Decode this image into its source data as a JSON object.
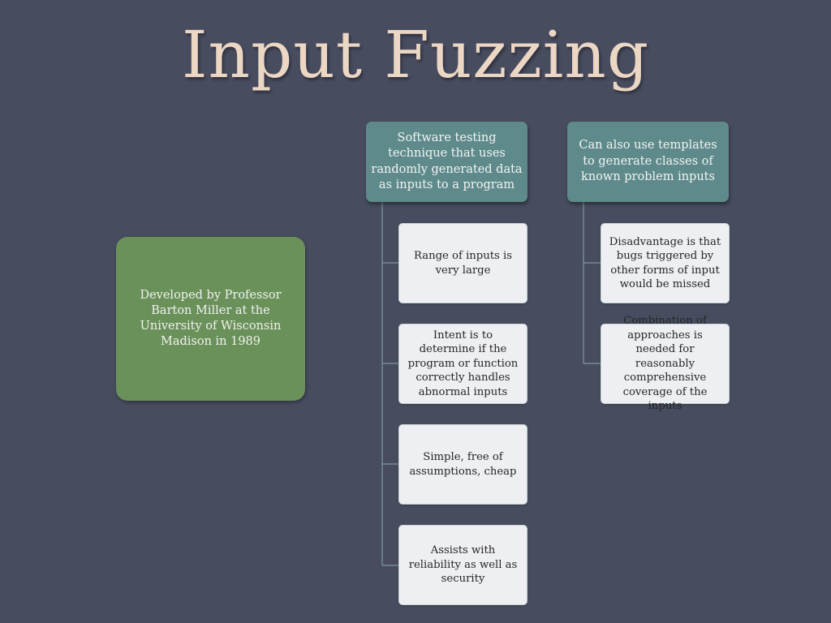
{
  "title": "Input Fuzzing",
  "left_box": {
    "text": "Developed by Professor Barton Miller at the University of Wisconsin Madison in 1989"
  },
  "columns": [
    {
      "header": "Software testing technique that uses randomly generated data as inputs to a program",
      "children": [
        "Range of inputs is very large",
        "Intent is to determine if the program or function correctly handles abnormal inputs",
        "Simple, free of assumptions, cheap",
        "Assists with reliability as well as security"
      ]
    },
    {
      "header": "Can also use templates to generate classes of known problem inputs",
      "children": [
        "Disadvantage is that bugs triggered by other forms of input would be missed",
        "Combination of approaches is needed for reasonably comprehensive coverage of the inputs"
      ]
    }
  ],
  "colors": {
    "background": "#474c5f",
    "title": "#ecd6c4",
    "left_box": "#6a9159",
    "header": "#5e8a8b",
    "child": "#eeeff2",
    "connector": "#7e9a9c"
  }
}
